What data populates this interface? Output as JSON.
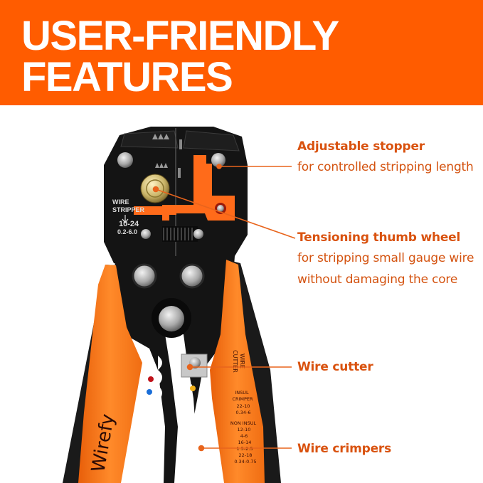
{
  "banner": {
    "title_line1": "USER-FRIENDLY",
    "title_line2": "FEATURES",
    "background_color": "#ff5c00",
    "text_color": "#ffffff"
  },
  "product": {
    "brand": "Wirefy",
    "stripper_label_line1": "WIRE",
    "stripper_label_line2": "STRIPPER",
    "stripper_range_awg": "10-24",
    "stripper_range_mm": "0.2-6.0",
    "cutter_label_line1": "WIRE",
    "cutter_label_line2": "CUTTER",
    "insul_crimper": [
      "INSUL",
      "CRIMPER",
      "22-10",
      "0.34-6"
    ],
    "non_insul_crimper": [
      "NON INSUL",
      "12-10",
      "4-6",
      "16-14",
      "1.5-2.5",
      "22-18",
      "0.34-0.75"
    ],
    "colors": {
      "handle_orange": "#ff7a1a",
      "body_black": "#141414",
      "accent_line": "#e8641c"
    }
  },
  "callouts": [
    {
      "title": "Adjustable stopper",
      "description": "for controlled stripping length"
    },
    {
      "title": "Tensioning thumb wheel",
      "description": "for stripping small gauge wire without damaging the core"
    },
    {
      "title": "Wire cutter",
      "description": ""
    },
    {
      "title": "Wire crimpers",
      "description": ""
    }
  ],
  "text_color": "#d45310"
}
